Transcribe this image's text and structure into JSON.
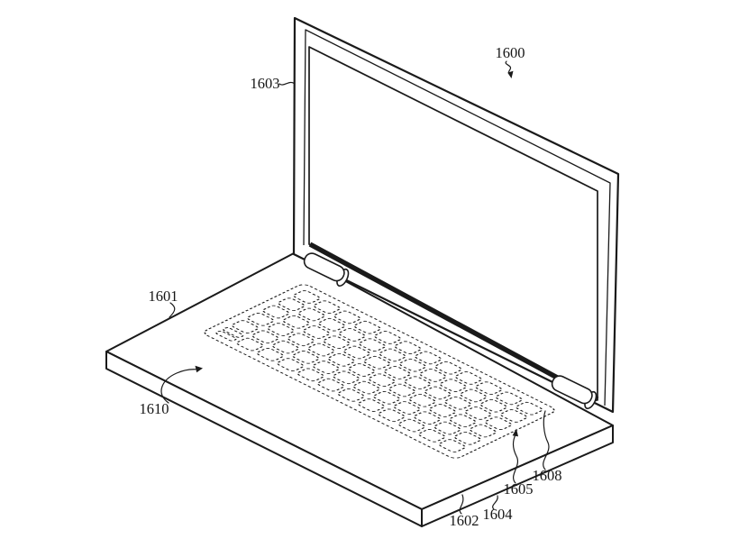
{
  "figure": {
    "background_color": "#ffffff",
    "line_color": "#1a1a1a",
    "labels": [
      {
        "id": "1600",
        "text": "1600"
      },
      {
        "id": "1601",
        "text": "1601"
      },
      {
        "id": "1602",
        "text": "1602"
      },
      {
        "id": "1603",
        "text": "1603"
      },
      {
        "id": "1604",
        "text": "1604"
      },
      {
        "id": "1605",
        "text": "1605"
      },
      {
        "id": "1608",
        "text": "1608"
      },
      {
        "id": "1610",
        "text": "1610"
      }
    ],
    "keyboard": {
      "rows": 6,
      "columns": 12,
      "key_style": "dashed-rounded"
    }
  }
}
